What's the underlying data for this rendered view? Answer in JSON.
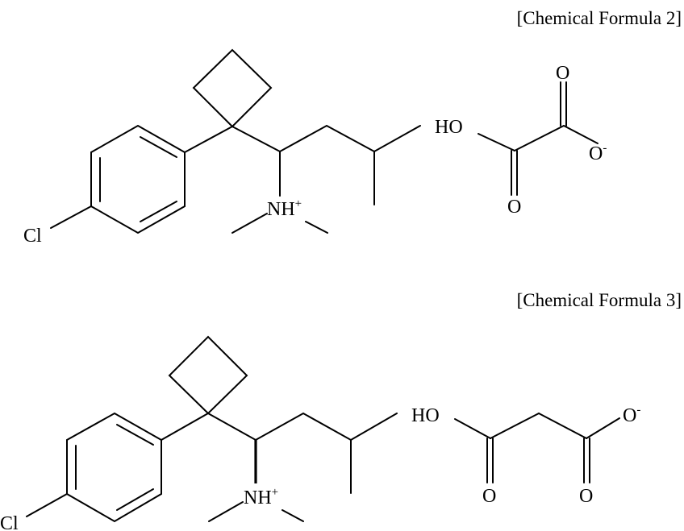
{
  "formula_2": {
    "caption": "[Chemical Formula 2]",
    "atoms": {
      "cl": "Cl",
      "n": "NH",
      "n_charge": "+",
      "ho": "HO",
      "o_top": "O",
      "o_bottom": "O",
      "o_anion": "O",
      "o_anion_charge": "-"
    }
  },
  "formula_3": {
    "caption": "[Chemical Formula 3]",
    "atoms": {
      "cl": "Cl",
      "n": "NH",
      "n_charge": "+",
      "ho": "HO",
      "o_left": "O",
      "o_right": "O",
      "o_anion": "O",
      "o_anion_charge": "-"
    }
  }
}
